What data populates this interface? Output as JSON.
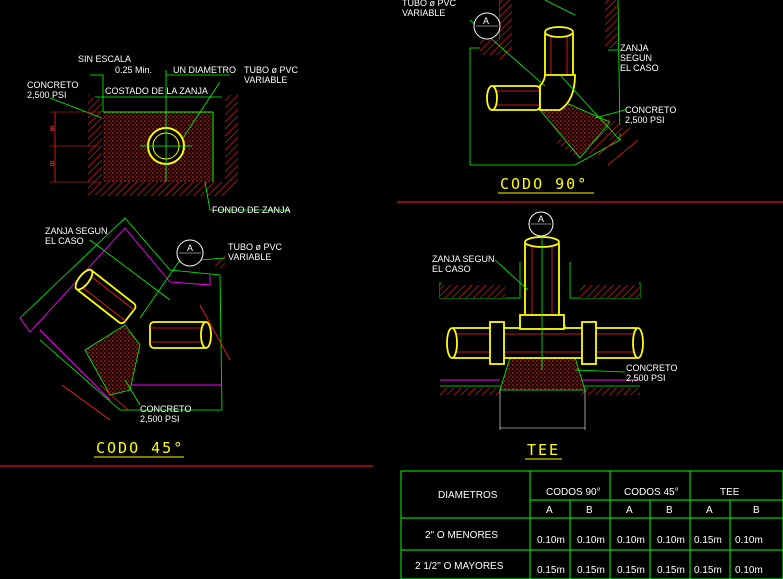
{
  "codo_section": {
    "sin_escala": "SIN ESCALA",
    "min_025": "0.25 Min.",
    "un_diametro": "UN DIAMETRO",
    "tubo_pvc_1": "TUBO ø PVC",
    "tubo_pvc_2": "VARIABLE",
    "concreto_1": "CONCRETO",
    "concreto_2": "2,500 PSI",
    "costado": "COSTADO DE LA ZANJA",
    "fondo": "FONDO DE ZANJA",
    "dim_b": "B"
  },
  "codo_90": {
    "title": "CODO 90°",
    "tubo_1": "TUBO ø PVC",
    "tubo_2": "VARIABLE",
    "zanja_1": "ZANJA",
    "zanja_2": "SEGUN",
    "zanja_3": "EL CASO",
    "concreto_1": "CONCRETO",
    "concreto_2": "2,500 PSI",
    "marker": "A"
  },
  "codo_45": {
    "title": "CODO 45°",
    "zanja_1": "ZANJA SEGUN",
    "zanja_2": "EL CASO",
    "tubo_1": "TUBO ø PVC",
    "tubo_2": "VARIABLE",
    "concreto_1": "CONCRETO",
    "concreto_2": "2,500 PSI",
    "marker": "A"
  },
  "tee": {
    "title": "TEE",
    "zanja_1": "ZANJA SEGUN",
    "zanja_2": "EL CASO",
    "concreto_1": "CONCRETO",
    "concreto_2": "2,500 PSI",
    "marker": "A"
  },
  "table": {
    "h_diametros": "DIAMETROS",
    "h_codos90": "CODOS 90°",
    "h_codos45": "CODOS 45°",
    "h_tee": "TEE",
    "sub_a": "A",
    "sub_b": "B",
    "row1_label": "2\" O MENORES",
    "row1": [
      "0.10m",
      "0.10m",
      "0.10m",
      "0.10m",
      "0.15m",
      "0.10m"
    ],
    "row2_label": "2 1/2\" O MAYORES",
    "row2": [
      "0.15m",
      "0.15m",
      "0.15m",
      "0.15m",
      "0.15m",
      "0.10m"
    ]
  },
  "colors": {
    "green": "#00ff00",
    "yellow": "#ffff00",
    "red": "#ff2020",
    "magenta": "#ff00ff",
    "white": "#ffffff",
    "cyan": "#00ffff"
  }
}
